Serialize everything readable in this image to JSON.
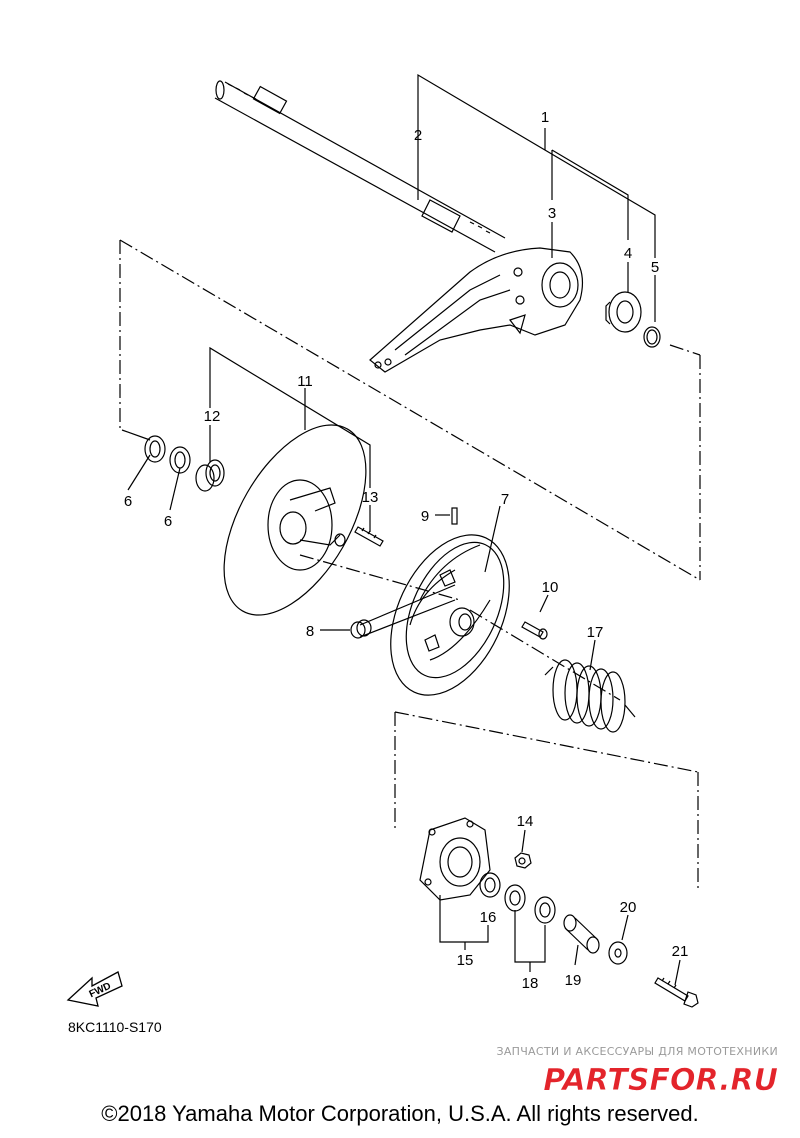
{
  "callouts": [
    {
      "id": "1",
      "text": "1"
    },
    {
      "id": "2",
      "text": "2"
    },
    {
      "id": "3",
      "text": "3"
    },
    {
      "id": "4",
      "text": "4"
    },
    {
      "id": "5",
      "text": "5"
    },
    {
      "id": "6a",
      "text": "6"
    },
    {
      "id": "6b",
      "text": "6"
    },
    {
      "id": "7",
      "text": "7"
    },
    {
      "id": "8",
      "text": "8"
    },
    {
      "id": "9",
      "text": "9"
    },
    {
      "id": "10",
      "text": "10"
    },
    {
      "id": "11",
      "text": "11"
    },
    {
      "id": "12",
      "text": "12"
    },
    {
      "id": "13",
      "text": "13"
    },
    {
      "id": "14",
      "text": "14"
    },
    {
      "id": "15",
      "text": "15"
    },
    {
      "id": "16",
      "text": "16"
    },
    {
      "id": "17",
      "text": "17"
    },
    {
      "id": "18",
      "text": "18"
    },
    {
      "id": "19",
      "text": "19"
    },
    {
      "id": "20",
      "text": "20"
    },
    {
      "id": "21",
      "text": "21"
    }
  ],
  "fwd_label": "FWD",
  "diagram_code": "8KC1110-S170",
  "watermark": {
    "subtitle": "ЗАПЧАСТИ И АКСЕССУАРЫ ДЛЯ МОТОТЕХНИКИ",
    "brand": "PARTSFOR.RU",
    "color": "#e3242b"
  },
  "copyright": "©2018 Yamaha Motor Corporation, U.S.A. All rights reserved."
}
